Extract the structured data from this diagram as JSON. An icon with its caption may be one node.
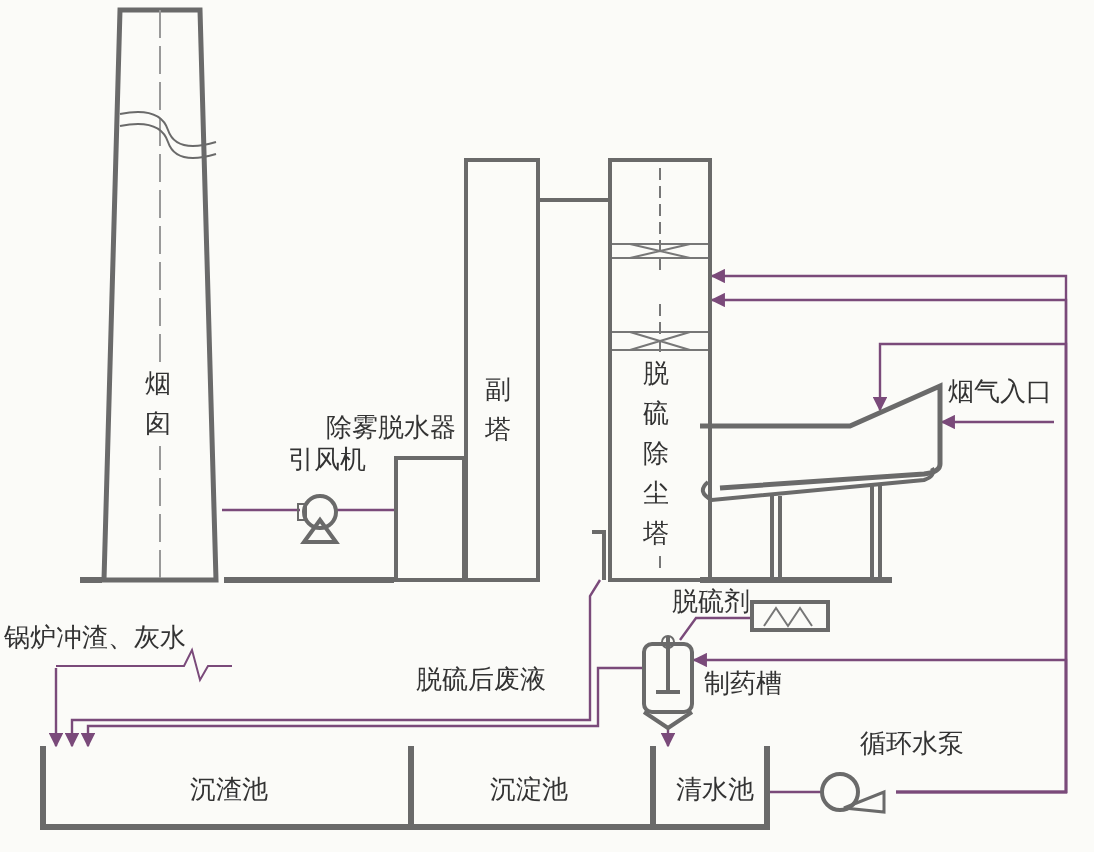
{
  "diagram": {
    "nodes": [
      {
        "text": [
          "烟囱"
        ]
      },
      {
        "text": [
          "引风机"
        ]
      },
      {
        "text": [
          "除雾脱水器"
        ]
      },
      {
        "text": [
          "副塔"
        ]
      },
      {
        "text": [
          "脱硫除尘塔"
        ]
      },
      {
        "text": [
          "烟气入口"
        ]
      },
      {
        "text": [
          "脱硫剂"
        ]
      },
      {
        "text": [
          "制药槽"
        ]
      },
      {
        "text": [
          "锅炉冲渣、灰水"
        ]
      },
      {
        "text": [
          "沉渣池"
        ]
      },
      {
        "text": [
          "沉淀池"
        ]
      },
      {
        "text": [
          "清水池"
        ]
      },
      {
        "text": [
          "循环水泵"
        ]
      }
    ],
    "edges": [
      {
        "from": 1,
        "to": 0,
        "arrow": "none"
      },
      {
        "from": 2,
        "to": 1,
        "arrow": "none"
      },
      {
        "from": 12,
        "to": 4,
        "arrow": "to"
      },
      {
        "from": 12,
        "to": 4,
        "arrow": "to"
      },
      {
        "from": 12,
        "to": 5,
        "arrow": "to"
      },
      {
        "from": null,
        "to": 5,
        "arrow": "to"
      },
      {
        "from": 12,
        "to": 7,
        "arrow": "to"
      },
      {
        "from": 11,
        "to": 12,
        "arrow": "none"
      },
      {
        "from": 6,
        "to": 7,
        "arrow": "none"
      },
      {
        "from": 3,
        "to": 9,
        "arrow": "to",
        "label": "脱硫后废液"
      },
      {
        "from": 7,
        "to": 9,
        "arrow": "to"
      },
      {
        "from": 8,
        "to": 9,
        "arrow": "to"
      },
      {
        "from": 7,
        "to": 11,
        "arrow": "to"
      }
    ]
  }
}
